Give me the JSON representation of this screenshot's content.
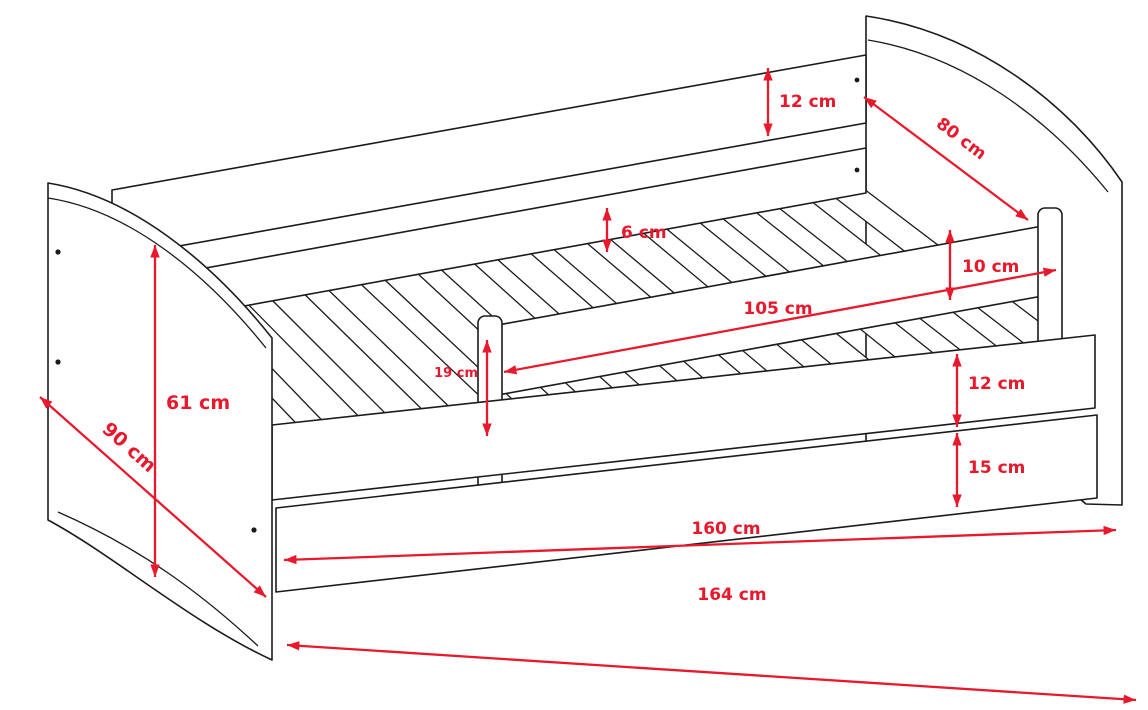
{
  "colors": {
    "line": "#1b1b1b",
    "dimension": "#e8192c",
    "background": "#ffffff"
  },
  "diagram": {
    "dimensions": {
      "top_rail_height": "12 cm",
      "bed_width": "80 cm",
      "slat_thickness": "6 cm",
      "barrier_height": "10 cm",
      "barrier_length": "105 cm",
      "barrier_post_height": "19 cm",
      "frame_board_height": "12 cm",
      "drawer_front_height": "15 cm",
      "side_panel_height": "61 cm",
      "bed_depth": "90 cm",
      "mattress_length": "160 cm",
      "total_length": "164 cm"
    }
  }
}
